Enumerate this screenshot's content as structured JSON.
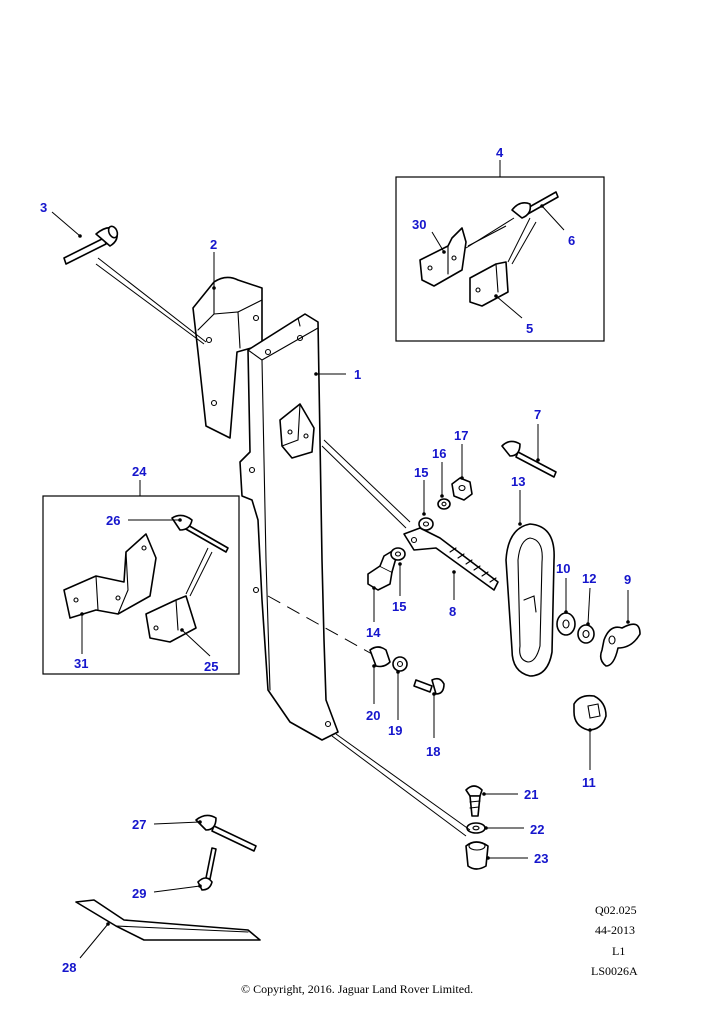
{
  "diagram": {
    "callouts": {
      "c1": "1",
      "c2": "2",
      "c3": "3",
      "c4": "4",
      "c5": "5",
      "c6": "6",
      "c7": "7",
      "c8": "8",
      "c9": "9",
      "c10": "10",
      "c11": "11",
      "c12": "12",
      "c13": "13",
      "c14": "14",
      "c15a": "15",
      "c15b": "15",
      "c16": "16",
      "c17": "17",
      "c18": "18",
      "c19": "19",
      "c20": "20",
      "c21": "21",
      "c22": "22",
      "c23": "23",
      "c24": "24",
      "c25": "25",
      "c26": "26",
      "c27": "27",
      "c28": "28",
      "c29": "29",
      "c30": "30",
      "c31": "31"
    },
    "reference": {
      "line1": "Q02.025",
      "line2": "44-2013",
      "line3": "L1",
      "line4": "LS0026A"
    },
    "copyright": "© Copyright, 2016. Jaguar Land Rover Limited.",
    "colors": {
      "callout": "#1515cc",
      "line": "#000000",
      "background": "#ffffff"
    }
  }
}
